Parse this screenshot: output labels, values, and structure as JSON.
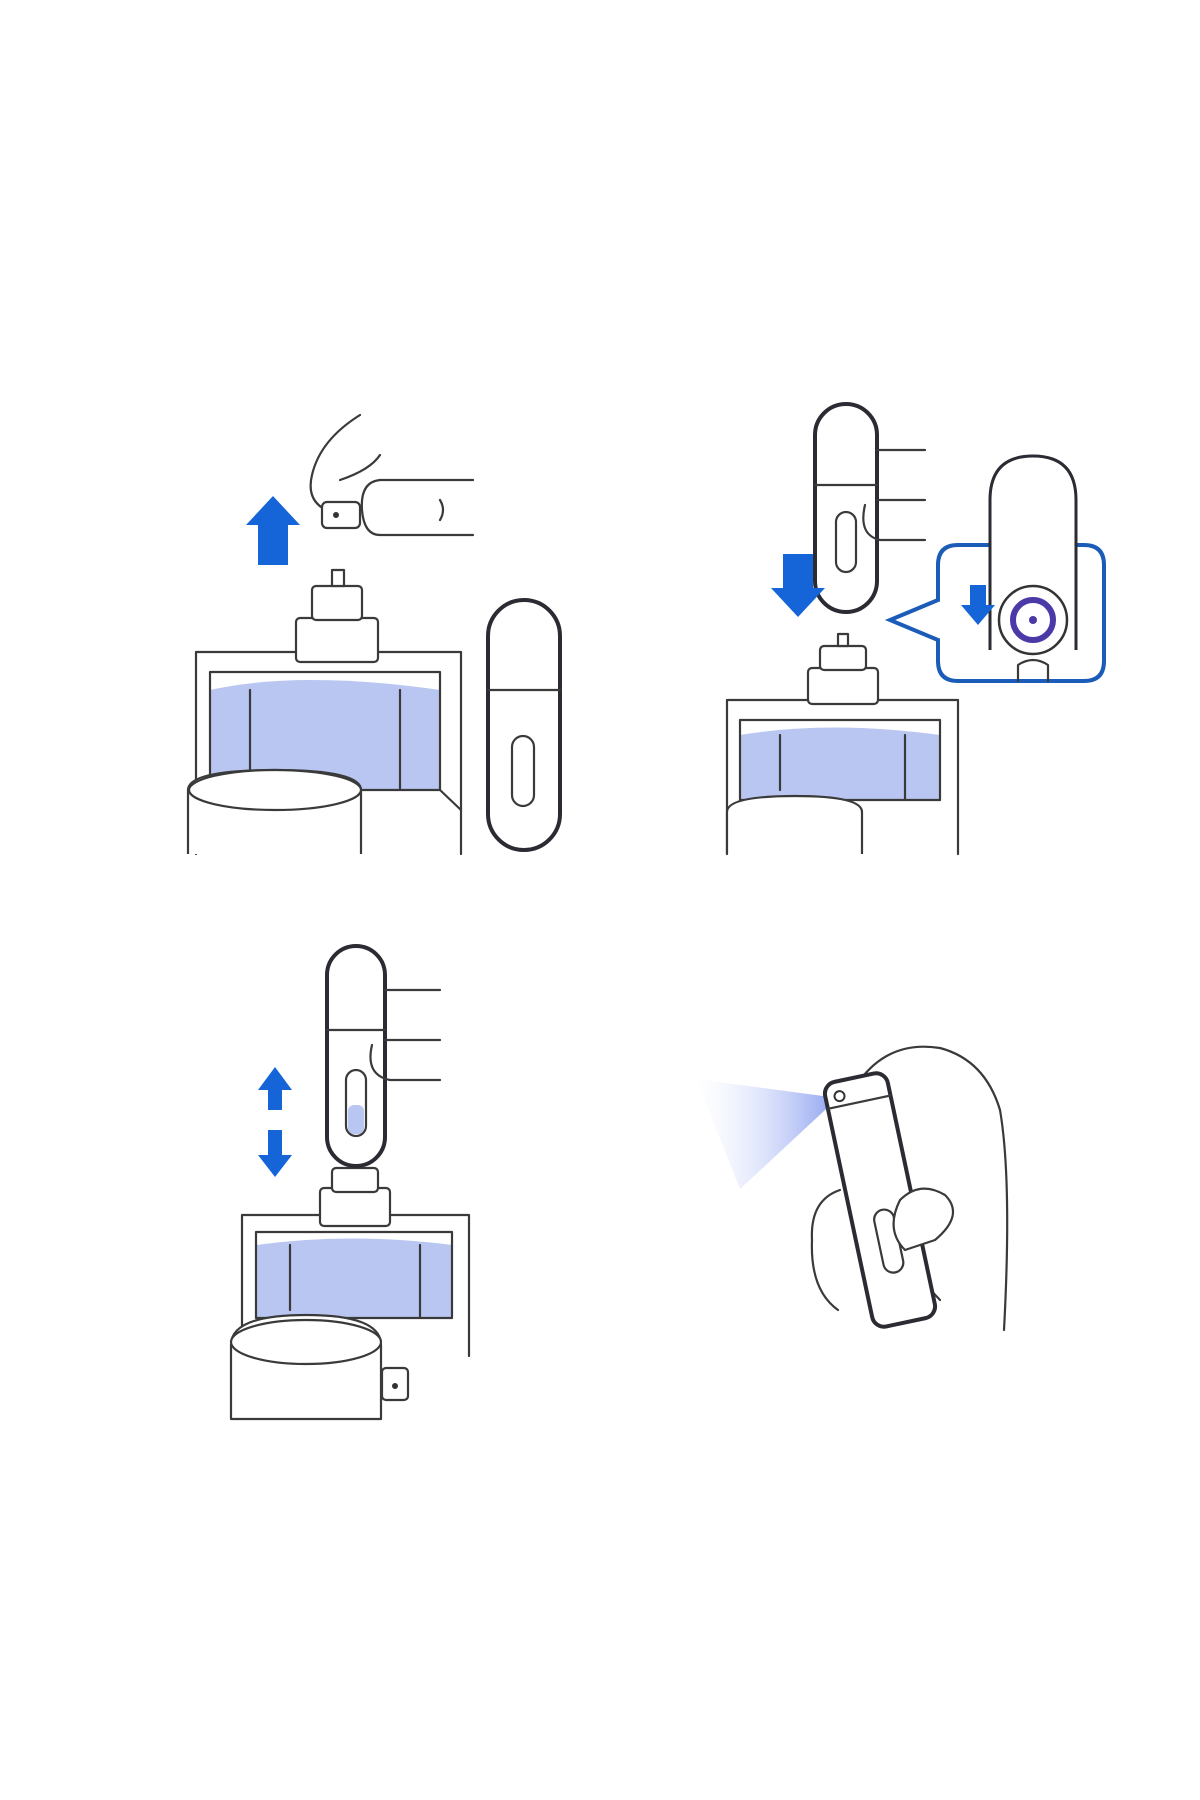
{
  "colors": {
    "background": "#ffffff",
    "line": "#3a3a3a",
    "arrow_blue": "#1565d8",
    "liquid": "#b9c6f2",
    "callout_border": "#1a5cb8",
    "nozzle_ring": "#4a3aa8",
    "spray": "#9fb0f0"
  },
  "panels": [
    {
      "icon": "remove-spray-cap",
      "arrow": "arrow-up-icon"
    },
    {
      "icon": "press-atomizer-onto-nozzle",
      "arrow": "arrow-down-icon",
      "callout": "nozzle-detail-callout"
    },
    {
      "icon": "pump-to-fill",
      "arrow": "arrow-up-down-icon"
    },
    {
      "icon": "spray-atomizer"
    }
  ]
}
